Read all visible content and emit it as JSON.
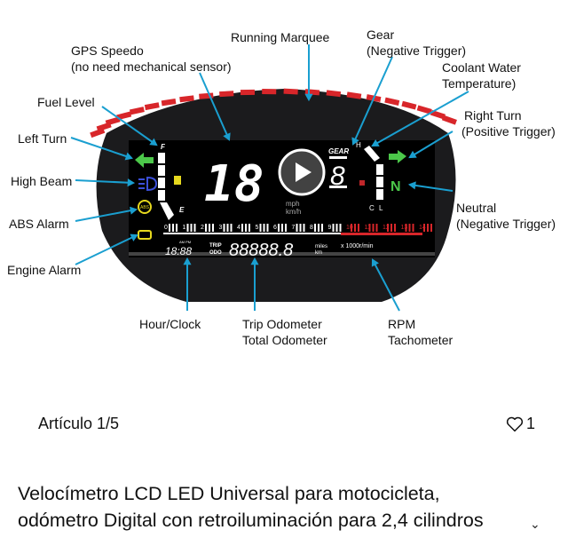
{
  "image": {
    "labels": {
      "running_marquee": "Running Marquee",
      "gps_speedo": "GPS Speedo",
      "gps_speedo_note": "(no need mechanical sensor)",
      "gear": "Gear",
      "gear_note": "(Negative Trigger)",
      "coolant": "Coolant Water",
      "coolant_2": "Temperature)",
      "fuel_level": "Fuel Level",
      "right_turn": "Right Turn",
      "right_turn_note": "(Positive Trigger)",
      "left_turn": "Left Turn",
      "high_beam": "High Beam",
      "abs_alarm": "ABS Alarm",
      "neutral": "Neutral",
      "neutral_note": "(Negative Trigger)",
      "engine_alarm": "Engine Alarm",
      "hour_clock": "Hour/Clock",
      "trip_odometer": "Trip Odometer",
      "total_odometer": "Total Odometer",
      "rpm": "RPM",
      "tachometer": "Tachometer"
    },
    "display": {
      "speed": "18",
      "speed_units_1": "mph",
      "speed_units_2": "km/h",
      "gear_label": "GEAR",
      "gear_value": "8",
      "neutral": "N",
      "fuel_f": "F",
      "fuel_e": "E",
      "temp_h": "H",
      "temp_c": "C",
      "temp_l": "L",
      "clock": "18:88",
      "am_pm": "AM PM",
      "trip": "TRIP",
      "odo": "ODO",
      "odometer": "88888.8",
      "odo_units_1": "miles",
      "odo_units_2": "km",
      "rpm_unit": "x 1000r/min",
      "abs": "ABS",
      "rpm_ticks": [
        "0",
        "1",
        "2",
        "3",
        "4",
        "5",
        "6",
        "7",
        "8",
        "9",
        "10",
        "11",
        "12",
        "13",
        "14"
      ]
    },
    "colors": {
      "arrow": "#1a9fd0",
      "marquee": "#d8262a",
      "turn": "#4cc84a",
      "rpm_red": "#d8262a"
    },
    "play_icon": "play-icon"
  },
  "counter": "Artículo 1/5",
  "likes": "1",
  "title_line1": "Velocímetro LCD LED Universal para motocicleta,",
  "title_line2": "odómetro Digital con retroiluminación para 2,4 cilindros"
}
